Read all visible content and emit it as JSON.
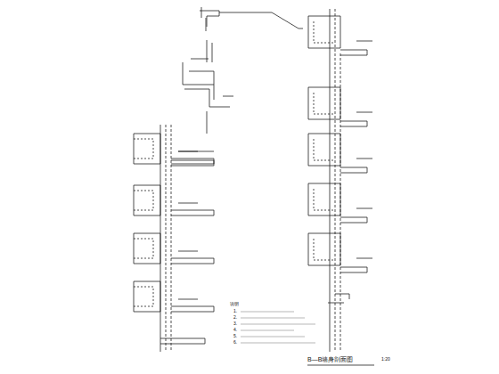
{
  "diagram": {
    "caption": "B—B墙身剖面图",
    "labels": [
      "1:20",
      "说明",
      "1.",
      "2.",
      "3.",
      "4.",
      "5.",
      "6."
    ]
  }
}
